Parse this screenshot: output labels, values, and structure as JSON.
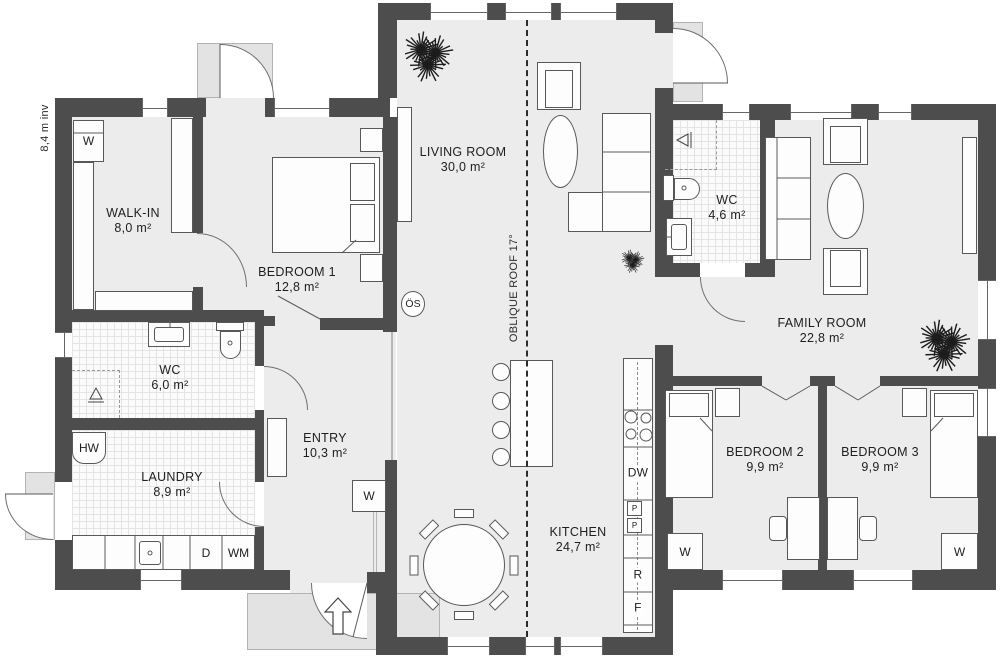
{
  "annotations": {
    "height_note": "8,4 m inv",
    "roof_note": "OBLIQUE ROOF 17°",
    "direction_marker": "ÖS"
  },
  "rooms": {
    "walk_in": {
      "name": "WALK-IN",
      "area": "8,0 m²"
    },
    "bedroom_1": {
      "name": "BEDROOM 1",
      "area": "12,8 m²"
    },
    "living_room": {
      "name": "LIVING ROOM",
      "area": "30,0 m²"
    },
    "wc_top": {
      "name": "WC",
      "area": "4,6 m²"
    },
    "family_room": {
      "name": "FAMILY ROOM",
      "area": "22,8 m²"
    },
    "wc_left": {
      "name": "WC",
      "area": "6,0 m²"
    },
    "entry": {
      "name": "ENTRY",
      "area": "10,3 m²"
    },
    "laundry": {
      "name": "LAUNDRY",
      "area": "8,9 m²"
    },
    "kitchen": {
      "name": "KITCHEN",
      "area": "24,7 m²"
    },
    "bedroom_2": {
      "name": "BEDROOM 2",
      "area": "9,9 m²"
    },
    "bedroom_3": {
      "name": "BEDROOM 3",
      "area": "9,9 m²"
    }
  },
  "fixtures": {
    "wardrobe": "W",
    "hot_water": "HW",
    "dryer": "D",
    "washing_machine": "WM",
    "dishwasher": "DW",
    "fridge": "R",
    "freezer": "F",
    "pantry": "P"
  },
  "colors": {
    "wall": "#4d4d4d",
    "floor": "#ececec",
    "porch": "#e3e3e3",
    "tile_floor": "#fbfbfb"
  }
}
